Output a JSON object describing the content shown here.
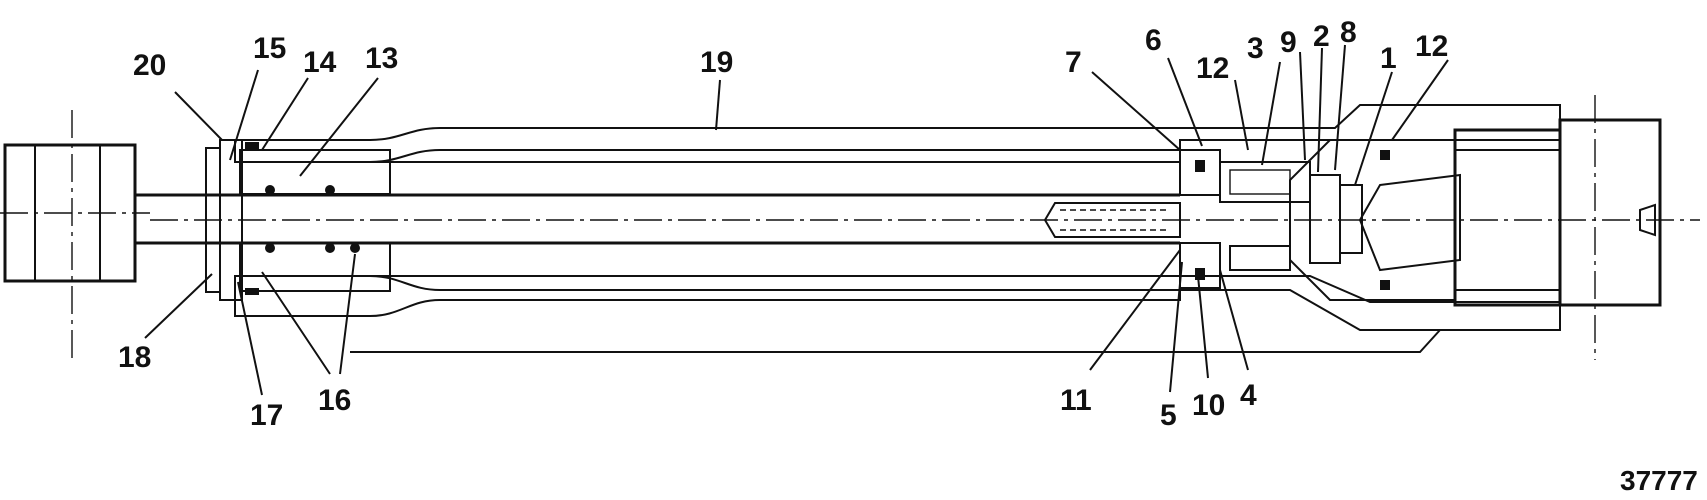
{
  "figure_number": "37777",
  "callouts": [
    {
      "id": "c20",
      "text": "20"
    },
    {
      "id": "c15",
      "text": "15"
    },
    {
      "id": "c14",
      "text": "14"
    },
    {
      "id": "c13",
      "text": "13"
    },
    {
      "id": "c19",
      "text": "19"
    },
    {
      "id": "c7",
      "text": "7"
    },
    {
      "id": "c6",
      "text": "6"
    },
    {
      "id": "c12a",
      "text": "12"
    },
    {
      "id": "c3",
      "text": "3"
    },
    {
      "id": "c9",
      "text": "9"
    },
    {
      "id": "c2",
      "text": "2"
    },
    {
      "id": "c8",
      "text": "8"
    },
    {
      "id": "c1",
      "text": "1"
    },
    {
      "id": "c12b",
      "text": "12"
    },
    {
      "id": "c18",
      "text": "18"
    },
    {
      "id": "c17",
      "text": "17"
    },
    {
      "id": "c16",
      "text": "16"
    },
    {
      "id": "c11",
      "text": "11"
    },
    {
      "id": "c5",
      "text": "5"
    },
    {
      "id": "c10",
      "text": "10"
    },
    {
      "id": "c4",
      "text": "4"
    }
  ]
}
